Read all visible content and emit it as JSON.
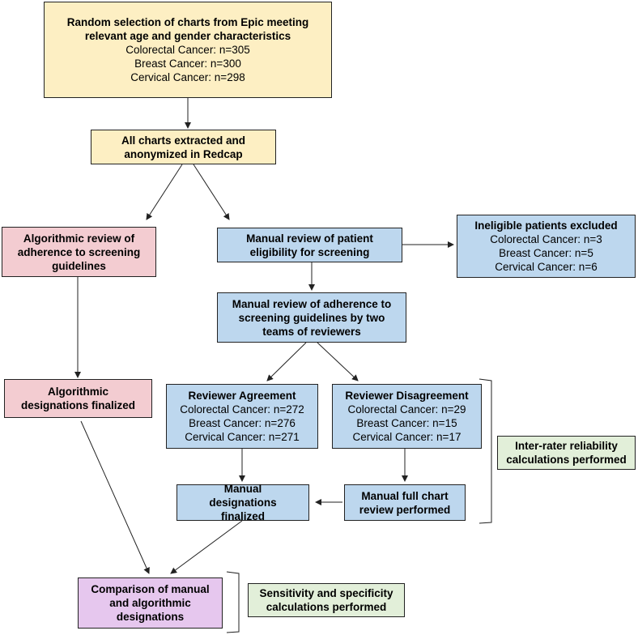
{
  "boxes": {
    "random": {
      "title": "Random selection of charts from Epic meeting relevant age and gender characteristics",
      "lines": [
        "Colorectal Cancer: n=305",
        "Breast Cancer: n=300",
        "Cervical Cancer: n=298"
      ]
    },
    "extracted": {
      "title": "All charts extracted and anonymized in Redcap"
    },
    "algorithmic_review": {
      "title": "Algorithmic review of adherence to screening guidelines"
    },
    "eligibility": {
      "title": "Manual review of patient eligibility for screening"
    },
    "ineligible": {
      "title": "Ineligible patients excluded",
      "lines": [
        "Colorectal Cancer: n=3",
        "Breast Cancer: n=5",
        "Cervical Cancer: n=6"
      ]
    },
    "manual_adherence": {
      "title": "Manual review of adherence to screening guidelines by two teams of reviewers"
    },
    "algorithmic_final": {
      "title": "Algorithmic designations finalized"
    },
    "agreement": {
      "title": "Reviewer Agreement",
      "lines": [
        "Colorectal Cancer: n=272",
        "Breast Cancer: n=276",
        "Cervical Cancer: n=271"
      ]
    },
    "disagreement": {
      "title": "Reviewer Disagreement",
      "lines": [
        "Colorectal Cancer: n=29",
        "Breast Cancer: n=15",
        "Cervical Cancer: n=17"
      ]
    },
    "inter_rater": {
      "title": "Inter-rater reliability calculations performed"
    },
    "manual_final": {
      "title": "Manual designations finalized"
    },
    "full_review": {
      "title": "Manual full chart review performed"
    },
    "comparison": {
      "title": "Comparison of manual and algorithmic designations"
    },
    "sensitivity": {
      "title": "Sensitivity and specificity calculations performed"
    }
  },
  "colors": {
    "yellow": "#fdefc3",
    "blue": "#bdd7ee",
    "pink": "#f3ccd1",
    "green": "#e2efd9",
    "purple": "#e6c7ee",
    "stroke": "#222222"
  }
}
